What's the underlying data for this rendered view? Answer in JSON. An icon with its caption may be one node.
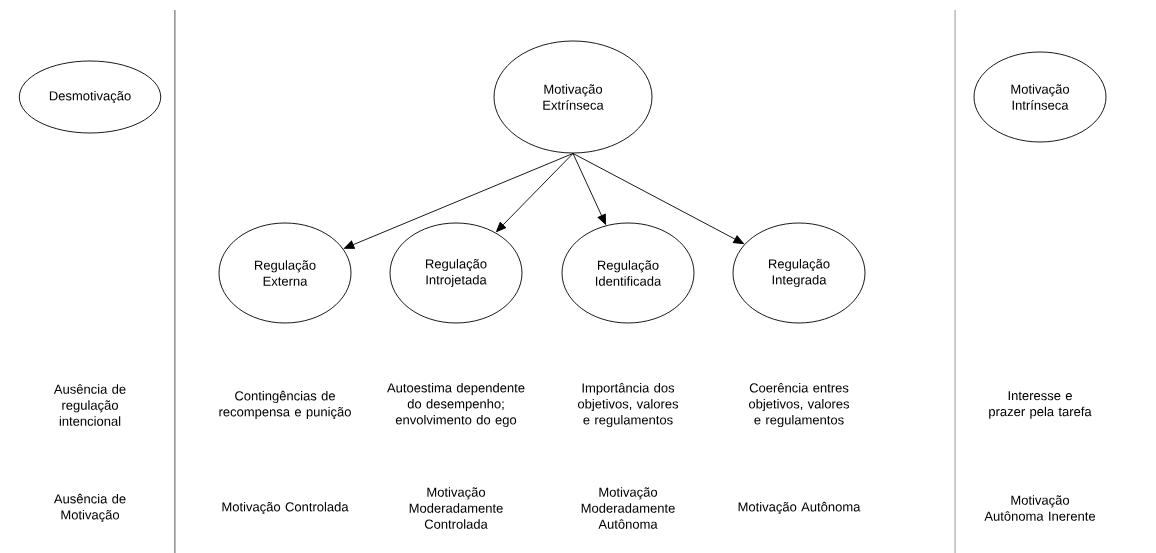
{
  "diagram": {
    "nodes": [
      {
        "text": [
          "Desmotivação"
        ]
      },
      {
        "text": [
          "Motivação Extrínseca"
        ]
      },
      {
        "text": [
          "Motivação Intrínseca"
        ]
      },
      {
        "text": [
          "Regulação Externa"
        ]
      },
      {
        "text": [
          "Regulação Introjetada"
        ]
      },
      {
        "text": [
          "Regulação Identificada"
        ]
      },
      {
        "text": [
          "Regulação Integrada"
        ]
      }
    ],
    "edges": [
      {
        "from": 1,
        "to": 3,
        "arrow": "to"
      },
      {
        "from": 1,
        "to": 4,
        "arrow": "to"
      },
      {
        "from": 1,
        "to": 5,
        "arrow": "to"
      },
      {
        "from": 1,
        "to": 6,
        "arrow": "to"
      }
    ],
    "labels": [
      "Ausência de regulação intencional",
      "Contingências de recompensa e punição",
      "Autoestima dependente do desempenho; envolvimento do ego",
      "Importância dos objetivos, valores e regulamentos",
      "Coerência entres objetivos, valores e regulamentos",
      "Interesse e prazer pela tarefa",
      "Ausência de Motivação",
      "Motivação Controlada",
      "Motivação Moderadamente Controlada",
      "Motivação Moderadamente Autônoma",
      "Motivação Autônoma",
      "Motivação Autônoma Inerente"
    ]
  }
}
